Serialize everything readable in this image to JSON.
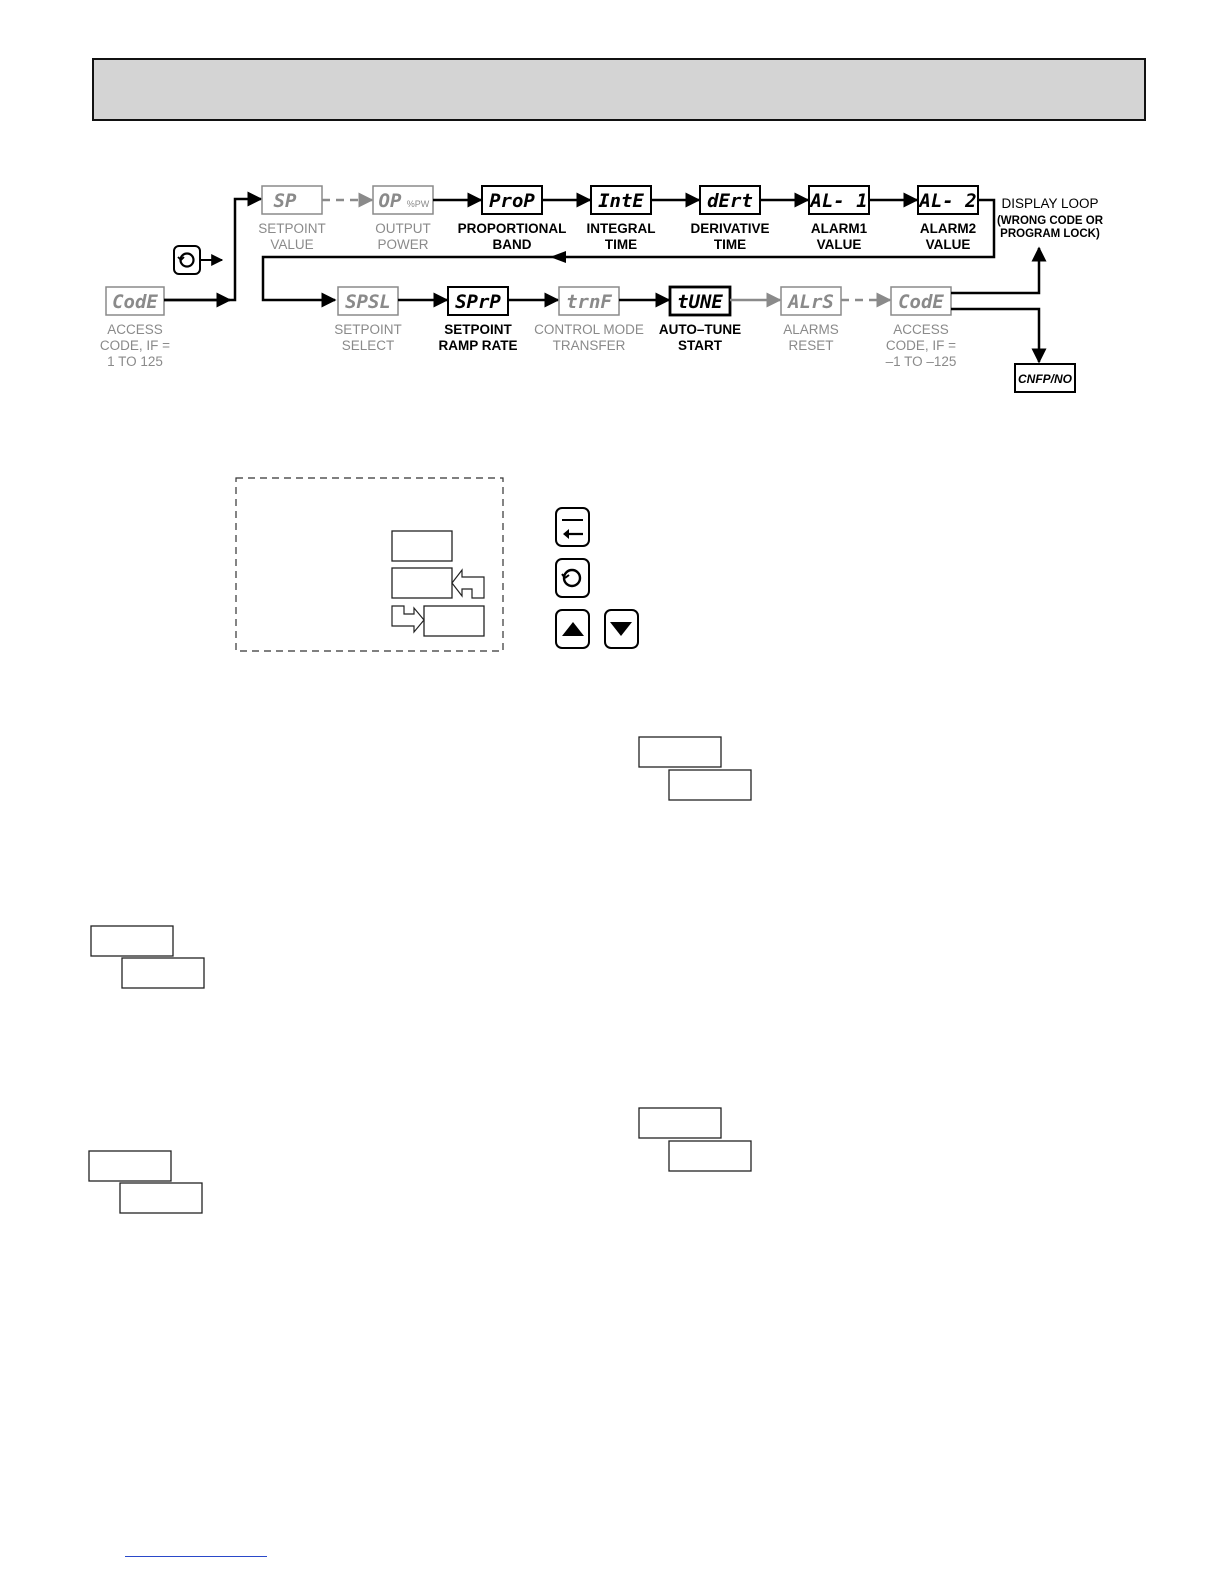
{
  "flow": {
    "start": {
      "lcd": "CodE",
      "label": [
        "ACCESS",
        "CODE, IF =",
        "1 TO 125"
      ]
    },
    "row1": [
      {
        "id": "sp",
        "lcd": "SP",
        "label": [
          "SETPOINT",
          "VALUE"
        ],
        "style": "gray"
      },
      {
        "id": "op",
        "lcd": "OP",
        "suffix": "%PW",
        "label": [
          "OUTPUT",
          "POWER"
        ],
        "style": "gray"
      },
      {
        "id": "prop",
        "lcd": "ProP",
        "label": [
          "PROPORTIONAL",
          "BAND"
        ],
        "style": "black"
      },
      {
        "id": "intt",
        "lcd": "IntE",
        "label": [
          "INTEGRAL",
          "TIME"
        ],
        "style": "black"
      },
      {
        "id": "dert",
        "lcd": "dErt",
        "label": [
          "DERIVATIVE",
          "TIME"
        ],
        "style": "black"
      },
      {
        "id": "al1",
        "lcd": "AL- 1",
        "label": [
          "ALARM1",
          "VALUE"
        ],
        "style": "black"
      },
      {
        "id": "al2",
        "lcd": "AL- 2",
        "label": [
          "ALARM2",
          "VALUE"
        ],
        "style": "black"
      }
    ],
    "row2": [
      {
        "id": "spsl",
        "lcd": "SPSL",
        "label": [
          "SETPOINT",
          "SELECT"
        ],
        "style": "gray"
      },
      {
        "id": "sprp",
        "lcd": "SPrP",
        "label": [
          "SETPOINT",
          "RAMP  RATE"
        ],
        "style": "black"
      },
      {
        "id": "trnf",
        "lcd": "trnF",
        "label": [
          "CONTROL  MODE",
          "TRANSFER"
        ],
        "style": "gray"
      },
      {
        "id": "tune",
        "lcd": "tUNE",
        "label": [
          "AUTO–TUNE",
          "START"
        ],
        "style": "black-thick"
      },
      {
        "id": "alrs",
        "lcd": "ALrS",
        "label": [
          "ALARMS",
          "RESET"
        ],
        "style": "gray"
      },
      {
        "id": "code2",
        "lcd": "CodE",
        "label": [
          "ACCESS",
          "CODE, IF =",
          "–1  TO  –125"
        ],
        "style": "gray"
      }
    ],
    "display_loop": {
      "title": "DISPLAY LOOP",
      "note": [
        "(WRONG CODE OR",
        "PROGRAM LOCK)"
      ]
    },
    "end": {
      "lcd": "CNFP/NO"
    }
  },
  "colors": {
    "active": "#000000",
    "inactive": "#8a8a8a",
    "header": "#d4d4d4",
    "link": "#2a49c9"
  },
  "icons": [
    "loop-key-icon",
    "enter-key-icon",
    "up-key-icon",
    "down-key-icon"
  ]
}
